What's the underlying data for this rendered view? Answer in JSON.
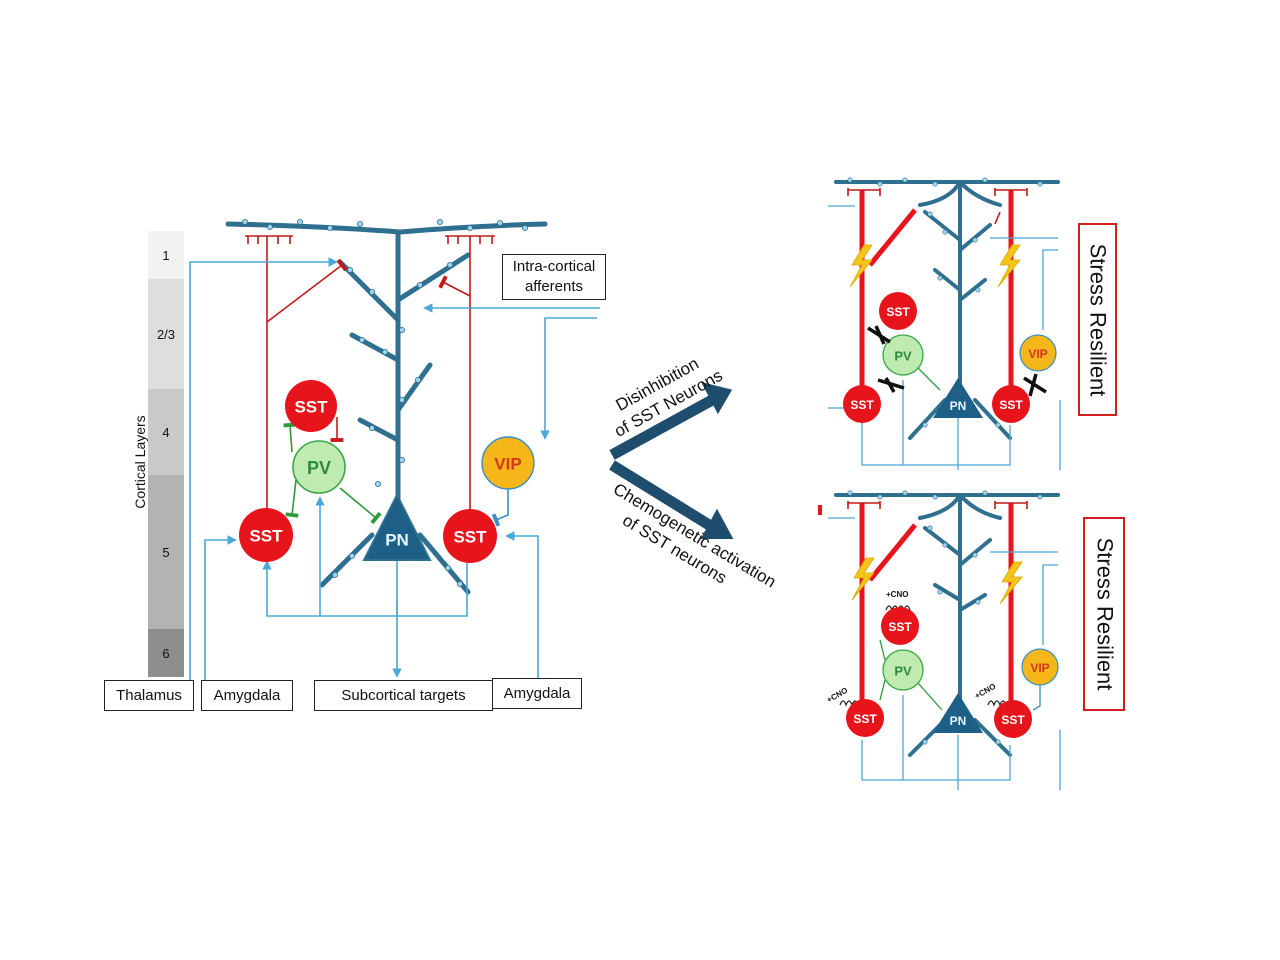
{
  "layers": {
    "axis_title": "Cortical Layers",
    "items": [
      {
        "label": "1",
        "shade": "#f2f2f2"
      },
      {
        "label": "2/3",
        "shade": "#dedede"
      },
      {
        "label": "4",
        "shade": "#c9c9c9"
      },
      {
        "label": "5",
        "shade": "#b3b3b3"
      },
      {
        "label": "6",
        "shade": "#8e8e8e"
      }
    ]
  },
  "inputs": {
    "thalamus": "Thalamus",
    "amygdala_left": "Amygdala",
    "subcortical": "Subcortical targets",
    "amygdala_right": "Amygdala",
    "intracortical": "Intra-cortical afferents"
  },
  "cells": {
    "sst": "SST",
    "pv": "PV",
    "vip": "VIP",
    "pn": "PN",
    "cno": "+CNO"
  },
  "arrows": {
    "upper": "Disinhibition of SST Neurons",
    "upper_line1": "Disinhibition",
    "upper_line2": "of SST Neurons",
    "lower": "Chemogenetic activation of SST neurons",
    "lower_line1": "Chemogenetic activation",
    "lower_line2": "of SST neurons"
  },
  "outcomes": {
    "top": "Stress Resilient",
    "bottom": "Stress Resilient"
  },
  "colors": {
    "sst_red": "#e8141c",
    "pv_green_fill": "#bfeab0",
    "pv_green_stroke": "#3aa844",
    "vip_fill": "#f4b618",
    "vip_text": "#d4361e",
    "pn_blue": "#1d5f86",
    "dendrite": "#2f6f8f",
    "afferent": "#4aa8d6",
    "arrow_navy": "#1e4d6e",
    "box_red": "#d21f1f"
  }
}
